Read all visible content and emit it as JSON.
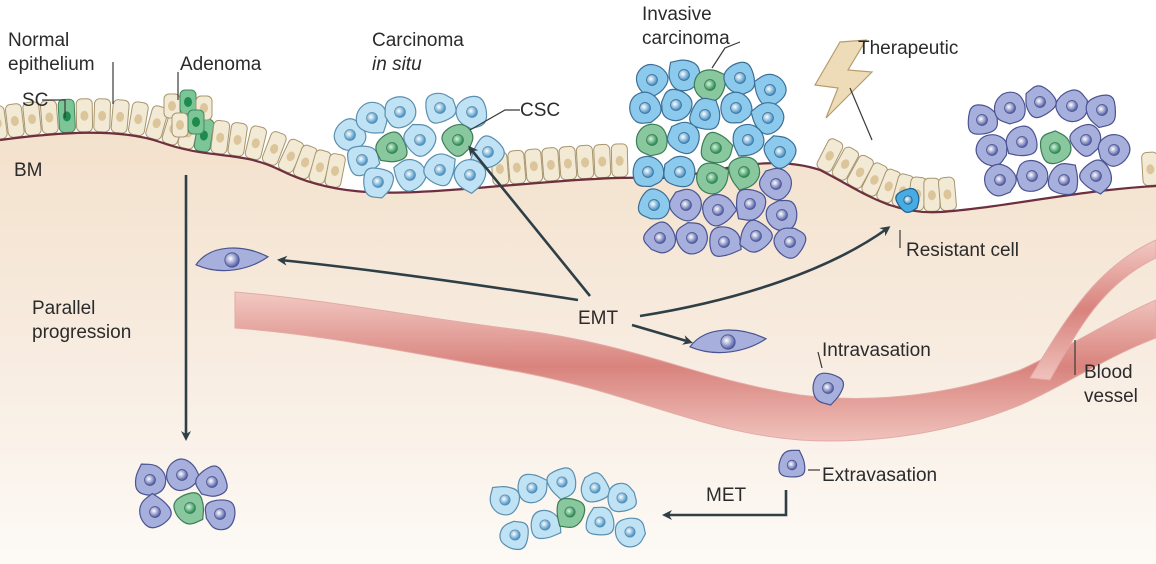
{
  "labels": {
    "normal_epithelium_1": "Normal",
    "normal_epithelium_2": "epithelium",
    "sc": "SC",
    "adenoma": "Adenoma",
    "bm": "BM",
    "carcinoma_1": "Carcinoma",
    "carcinoma_2": "in situ",
    "csc": "CSC",
    "invasive_1": "Invasive",
    "invasive_2": "carcinoma",
    "therapeutic": "Therapeutic",
    "resistant_cell": "Resistant cell",
    "parallel_1": "Parallel",
    "parallel_2": "progression",
    "emt": "EMT",
    "intravasation": "Intravasation",
    "blood_1": "Blood",
    "blood_2": "vessel",
    "extravasation": "Extravasation",
    "met": "MET"
  },
  "colors": {
    "tissue_top": "#f5e6d5",
    "tissue_bottom": "#fbf6f1",
    "vessel": "#d98b86",
    "vessel_dark": "#c66f6b",
    "cell_light_blue": "#a9d6ee",
    "cell_mid_blue": "#6bb5e0",
    "cell_purple": "#9aa4d6",
    "cell_green": "#86c69f",
    "nucleus_green": "#2e9a5e",
    "resistant": "#3ea7df",
    "arrow": "#2f3f47",
    "basement_membrane": "#6e2f3f"
  }
}
